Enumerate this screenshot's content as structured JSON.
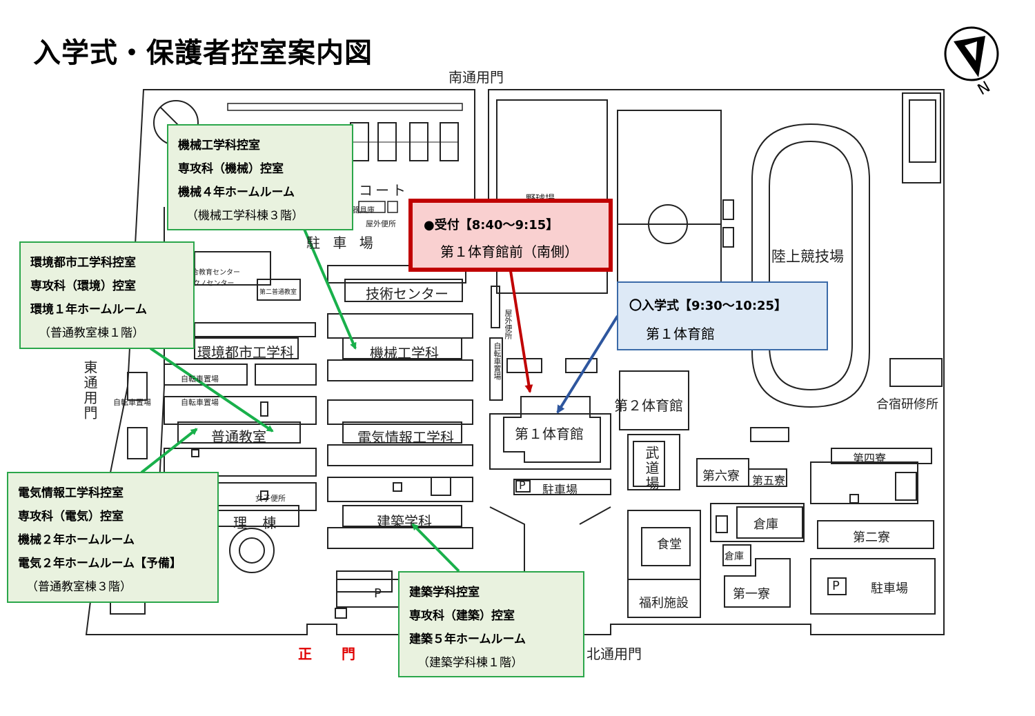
{
  "title": "入学式・保護者控室案内図",
  "compass": {
    "label": "N"
  },
  "gates": {
    "south": "南通用門",
    "east": "東通用門",
    "north": "北通用門",
    "main": "正 門"
  },
  "places": {
    "court": "コート",
    "parking_top": "駐 車 場",
    "tech_center": "技術センター",
    "mech_building": "機械工学科",
    "env_building": "環境都市工学科",
    "general_building": "普通教室",
    "elec_building": "電気情報工学科",
    "arch_building": "建築学科",
    "science_building": "理 棟",
    "gym1": "第１体育館",
    "gym2": "第２体育館",
    "budo": "武道場",
    "parking_p": "P",
    "parking_gym": "駐車場",
    "parking_right": "駐車場",
    "track": "陸上競技場",
    "training_house": "合宿研修所",
    "dorm6": "第六寮",
    "dorm5": "第五寮",
    "dorm4": "第四寮",
    "dorm2": "第二寮",
    "dorm1": "第一寮",
    "warehouse1": "倉庫",
    "warehouse2": "倉庫",
    "cafeteria": "食堂",
    "welfare": "福利施設",
    "bike1": "自転車置場",
    "bike2": "自転車置場",
    "bike3": "自転車置場",
    "bike_vert": "自転車置場",
    "outdoor_toilet1": "屋外便所",
    "outdoor_toilet2": "屋外便所",
    "equipment": "器具庫",
    "second_classroom": "第二普通教室",
    "edu_center": "総合教育センター",
    "techno_center": "テクノセンター",
    "womens_toilet": "女子便所",
    "baseball": "野球場"
  },
  "boxes": {
    "mechanical": {
      "lines": [
        "機械工学科控室",
        "専攻科（機械）控室",
        "機械４年ホームルーム"
      ],
      "note": "（機械工学科棟３階）"
    },
    "environment": {
      "lines": [
        "環境都市工学科控室",
        "専攻科（環境）控室",
        "環境１年ホームルーム"
      ],
      "note": "（普通教室棟１階）"
    },
    "electrical": {
      "lines": [
        "電気情報工学科控室",
        "専攻科（電気）控室",
        "機械２年ホームルーム",
        "電気２年ホームルーム【予備】"
      ],
      "note": "（普通教室棟３階）"
    },
    "architecture": {
      "lines": [
        "建築学科控室",
        "専攻科（建築）控室",
        "建築５年ホームルーム"
      ],
      "note": "（建築学科棟１階）"
    },
    "reception": {
      "heading": "●受付【8:40～9:15】",
      "place": "第１体育館前（南側）"
    },
    "ceremony": {
      "heading": "〇入学式【9:30～10:25】",
      "place": "第１体育館"
    }
  },
  "colors": {
    "green_arrow": "#19b04b",
    "red_arrow": "#c00000",
    "blue_arrow": "#2e569e",
    "green_box": "#e9f2df",
    "red_box": "#f9d0d0",
    "blue_box": "#dde9f6"
  }
}
